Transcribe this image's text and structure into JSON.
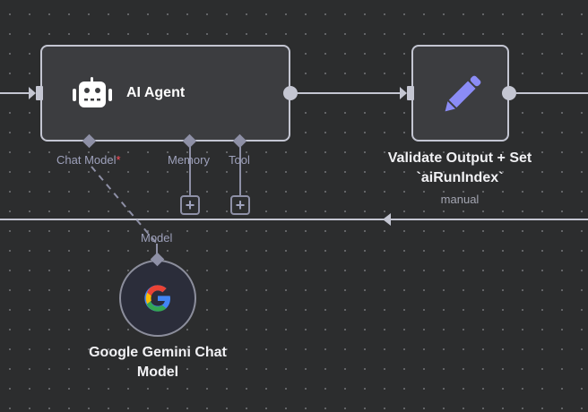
{
  "canvas": {
    "background": "#2c2d2e",
    "edge_color": "#c4c6d2",
    "sub_edge_color": "#8e90a6"
  },
  "nodes": {
    "ai_agent": {
      "title": "AI Agent",
      "icon": "robot-icon",
      "ports": {
        "chat_model": {
          "label": "Chat Model",
          "required_mark": "*"
        },
        "memory": {
          "label": "Memory"
        },
        "tool": {
          "label": "Tool"
        }
      },
      "add_button_label": "+"
    },
    "validate_output": {
      "title_line1": "Validate Output + Set",
      "title_line2": "`aiRunIndex`",
      "subtitle": "manual",
      "icon": "pencil-icon",
      "icon_color": "#8b8cf6"
    },
    "gemini": {
      "title_line1": "Google Gemini Chat",
      "title_line2": "Model",
      "icon": "google-g-icon",
      "output_label": "Model"
    }
  }
}
